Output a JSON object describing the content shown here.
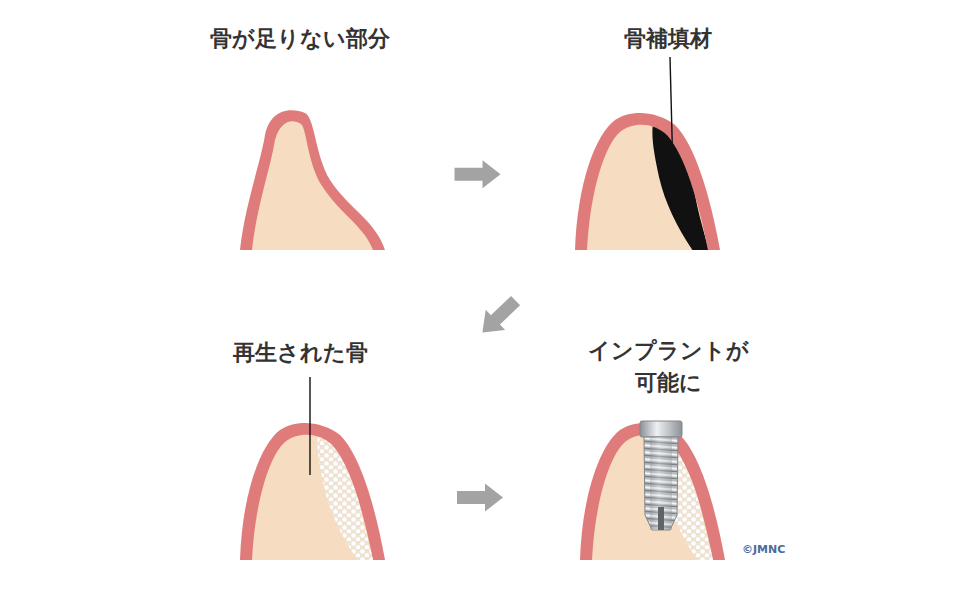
{
  "diagram": {
    "nodes": [
      {
        "text": [
          "骨が足りない部分"
        ]
      },
      {
        "text": [
          "骨補填材"
        ]
      },
      {
        "text": [
          "再生された骨"
        ]
      },
      {
        "text": [
          "インプラントが 可能に"
        ]
      }
    ],
    "edges": [
      {
        "from": 0,
        "to": 1,
        "arrow": "to"
      },
      {
        "from": 1,
        "to": 2,
        "arrow": "to"
      },
      {
        "from": 2,
        "to": 3,
        "arrow": "to"
      }
    ],
    "labels": [
      "©JMNC"
    ]
  }
}
